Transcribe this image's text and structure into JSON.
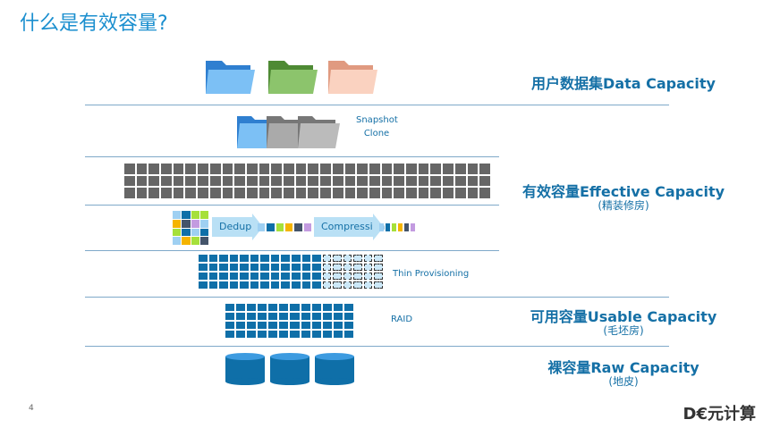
{
  "title": "什么是有效容量?",
  "labels": {
    "data_capacity": "用户数据集Data Capacity",
    "effective_capacity": "有效容量Effective Capacity",
    "effective_note": "(精装修房)",
    "usable_capacity": "可用容量Usable Capacity",
    "usable_note": "(毛坯房)",
    "raw_capacity": "裸容量Raw Capacity",
    "raw_note": "(地皮)"
  },
  "diagram": {
    "snapshot": "Snapshot",
    "clone": "Clone",
    "dedup": "Dedup",
    "compression": "Compression",
    "thin": "Thin Provisioning",
    "raid": "RAID"
  },
  "colors": {
    "accent": "#1570a6",
    "block": "#0f6fa8",
    "gray": "#666666",
    "folder_blue": "#4a9ee6",
    "folder_green": "#6aa84f",
    "folder_peach": "#f0b8a0"
  },
  "page_number": "4",
  "logo": "D€元计算"
}
